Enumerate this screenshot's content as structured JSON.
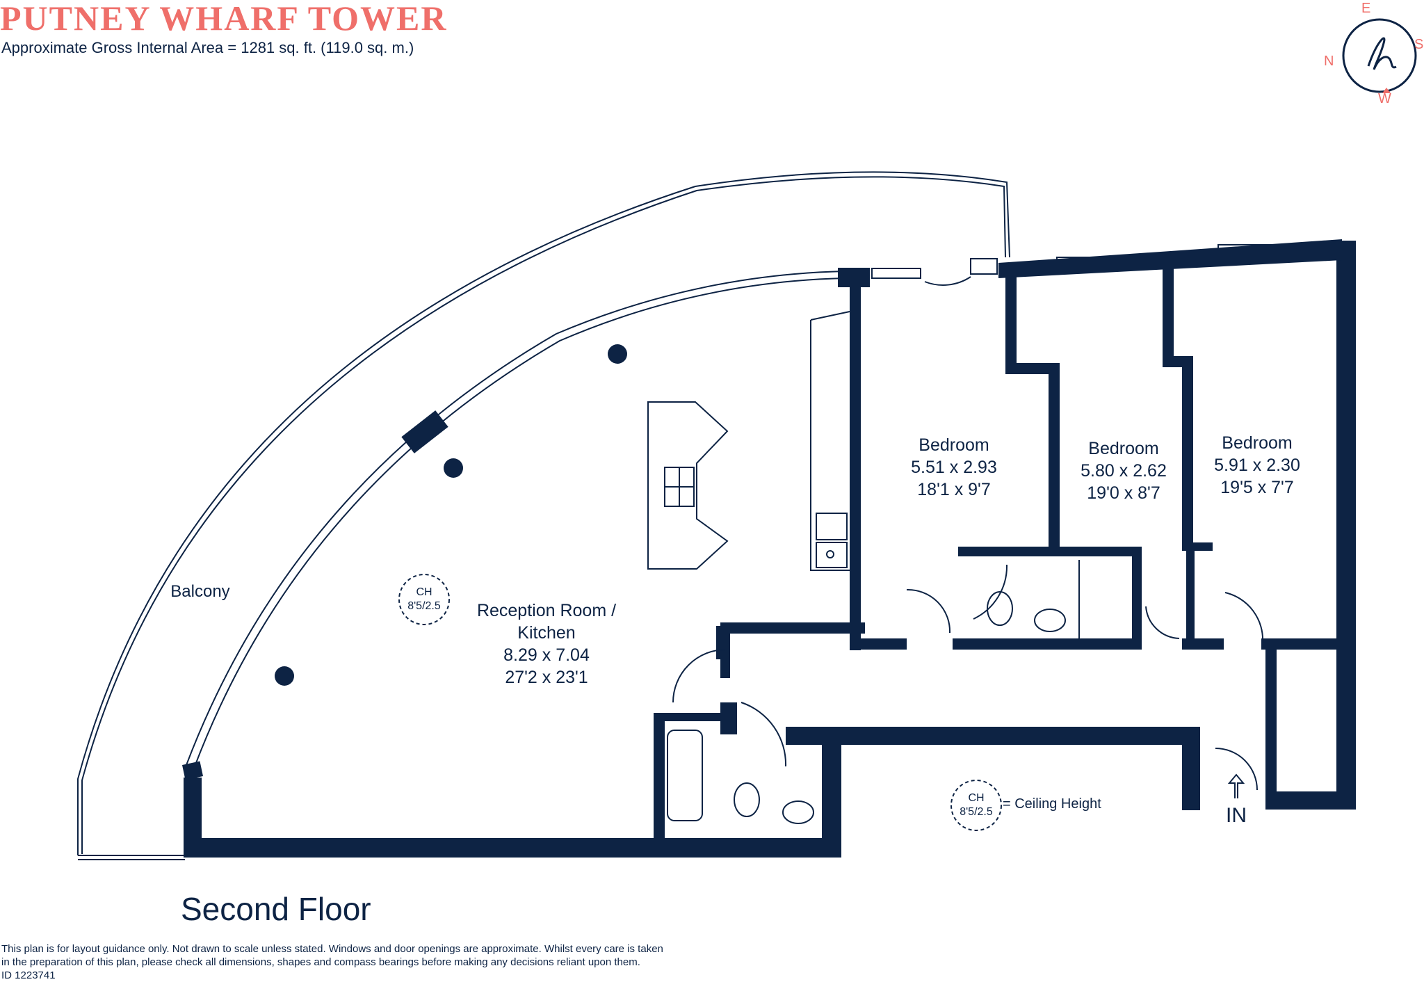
{
  "header": {
    "title": "PUTNEY WHARF TOWER",
    "area": "Approximate Gross Internal Area = 1281 sq. ft. (119.0 sq. m.)"
  },
  "compass": {
    "n": "N",
    "e": "E",
    "s": "S",
    "w": "W",
    "logo_letter": "h"
  },
  "rooms": {
    "balcony": "Balcony",
    "reception": {
      "name_line1": "Reception Room /",
      "name_line2": "Kitchen",
      "metric": "8.29 x 7.04",
      "imperial": "27'2 x 23'1"
    },
    "bedroom1": {
      "name": "Bedroom",
      "metric": "5.51 x 2.93",
      "imperial": "18'1 x 9'7"
    },
    "bedroom2": {
      "name": "Bedroom",
      "metric": "5.80 x 2.62",
      "imperial": "19'0 x 8'7"
    },
    "bedroom3": {
      "name": "Bedroom",
      "metric": "5.91 x 2.30",
      "imperial": "19'5 x 7'7"
    }
  },
  "ceiling": {
    "ch": "CH",
    "value": "8'5/2.5",
    "legend": "= Ceiling Height"
  },
  "entrance": "IN",
  "floor_label": "Second Floor",
  "disclaimer": {
    "line1": "This plan is for layout guidance only. Not drawn to scale unless stated. Windows and door openings are approximate. Whilst every care is taken",
    "line2": "in the preparation of this plan, please check all dimensions, shapes and compass bearings before making any decisions reliant upon them.",
    "line3": "ID 1223741"
  },
  "colors": {
    "accent": "#ef6f6a",
    "wall": "#0d2344",
    "background": "#ffffff"
  }
}
